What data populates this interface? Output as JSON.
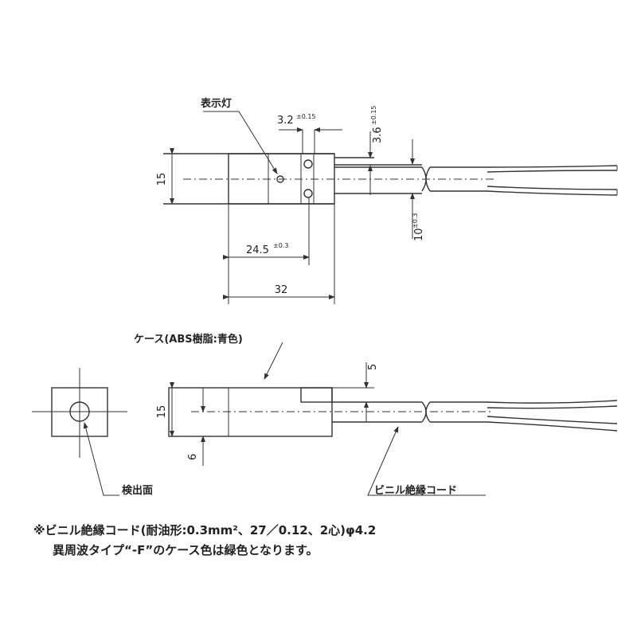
{
  "labels": {
    "indicator": "表示灯",
    "case": "ケース(ABS樹脂:青色)",
    "detect_face": "検出面",
    "vinyl_cord": "ビニル絶縁コード"
  },
  "dimensions": {
    "d15_top": "15",
    "d3_2": "3.2",
    "d3_2_tol": "±0.15",
    "d3_6": "3.6",
    "d3_6_tol": "±0.15",
    "d10": "10",
    "d10_tol": "±0.3",
    "d24_5": "24.5",
    "d24_5_tol": "±0.3",
    "d32": "32",
    "d15_side": "15",
    "d5": "5",
    "d6": "6"
  },
  "notes": [
    "※ビニル絶縁コード(耐油形:0.3mm²、27／0.12、2心)φ4.2",
    "異周波タイプ“-F”のケース色は緑色となります。"
  ]
}
